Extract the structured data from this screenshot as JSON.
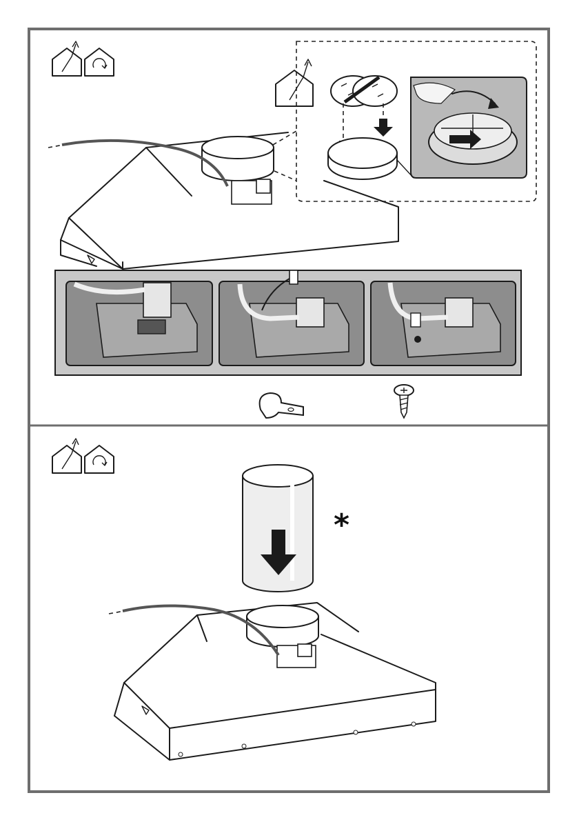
{
  "figure": {
    "panels": [
      {
        "id": "top",
        "step": "connect-duct-and-fix-cable",
        "mode_icons": [
          "ducted-exhaust-icon",
          "recirculation-icon"
        ],
        "callout_icon": "ducted-exhaust-icon",
        "detail_steps": 3,
        "parts": [
          "cable-clip-icon",
          "screw-icon"
        ]
      },
      {
        "id": "bottom",
        "step": "insert-duct-pipe",
        "mode_icons": [
          "ducted-exhaust-icon",
          "recirculation-icon"
        ],
        "note_symbol": "*"
      }
    ],
    "colors": {
      "frame": "#6e6e6e",
      "detail_band": "#c8c8c8",
      "detail_photo": "#8d8d8d",
      "line": "#1b1b1b",
      "cable": "#555555"
    }
  }
}
